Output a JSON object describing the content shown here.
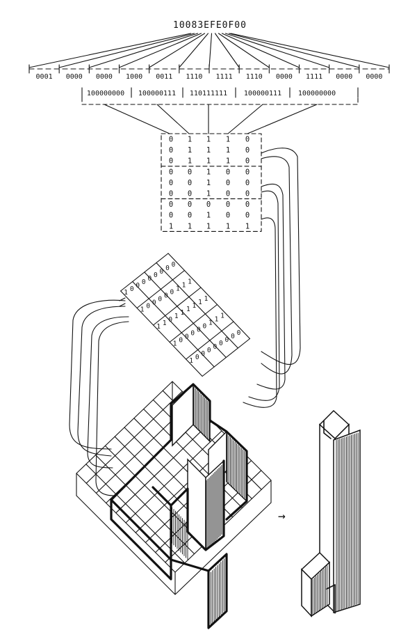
{
  "hex_code": "10083EFE0F00",
  "nibbles": [
    "0001",
    "0000",
    "0000",
    "1000",
    "0011",
    "1110",
    "1111",
    "1110",
    "0000",
    "1111",
    "0000",
    "0000"
  ],
  "words": [
    "100000000",
    "100000111",
    "110111111",
    "100000111",
    "100000000"
  ],
  "matrix": [
    [
      0,
      1,
      1,
      1,
      0
    ],
    [
      0,
      1,
      1,
      1,
      0
    ],
    [
      0,
      1,
      1,
      1,
      0
    ],
    [
      0,
      0,
      1,
      0,
      0
    ],
    [
      0,
      0,
      1,
      0,
      0
    ],
    [
      0,
      0,
      1,
      0,
      0
    ],
    [
      0,
      0,
      0,
      0,
      0
    ],
    [
      0,
      0,
      1,
      0,
      0
    ],
    [
      1,
      1,
      1,
      1,
      1
    ]
  ],
  "arrow": "→"
}
